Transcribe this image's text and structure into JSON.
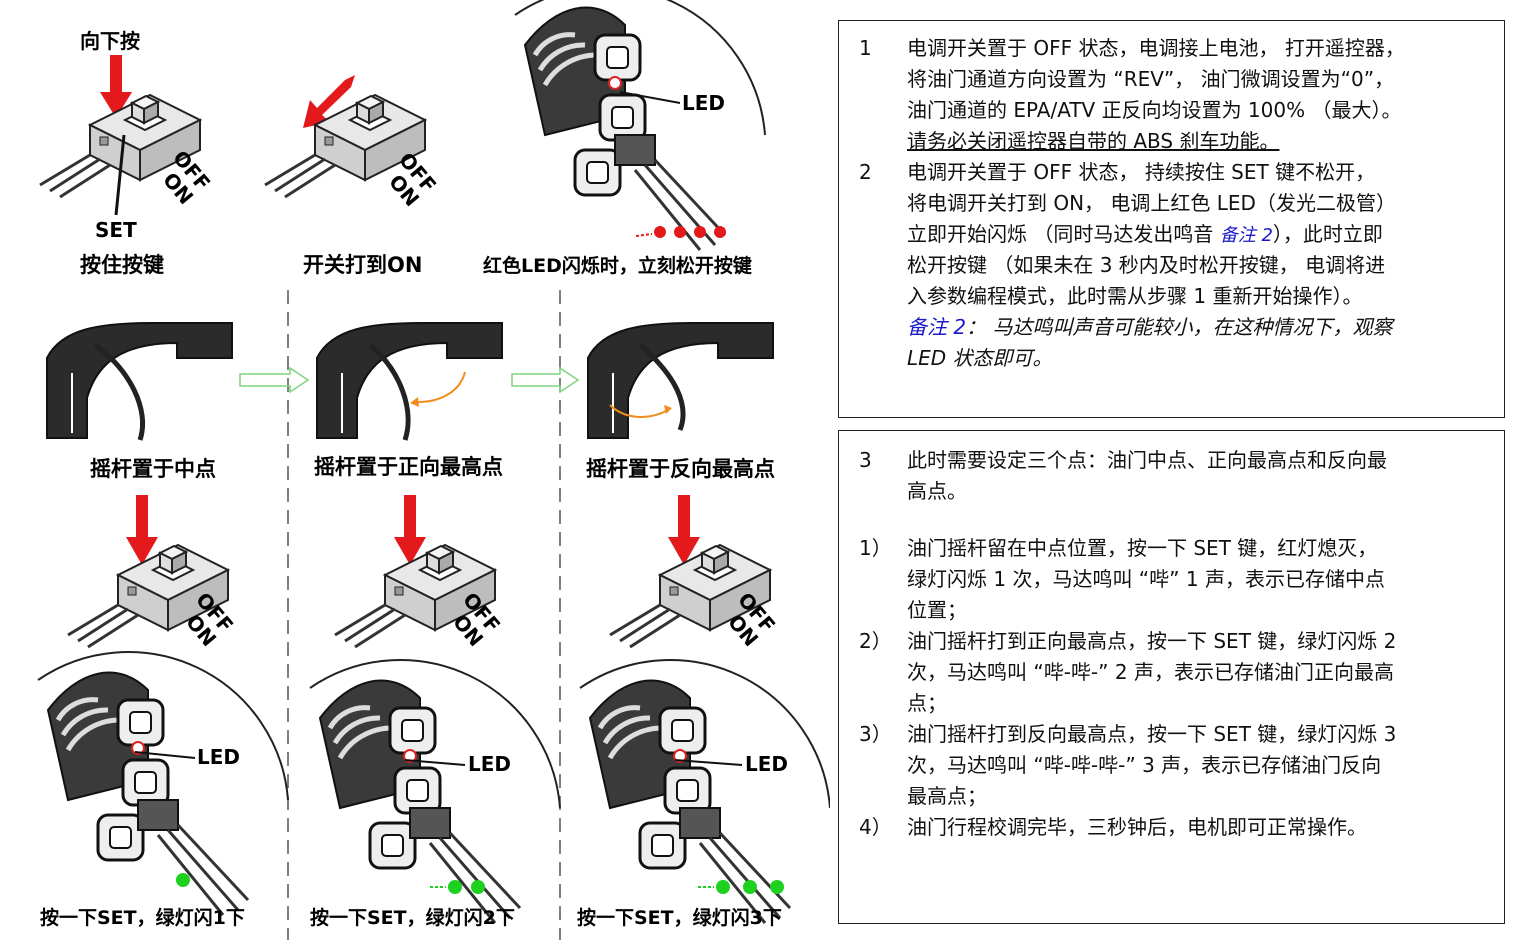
{
  "diagram": {
    "top": {
      "press_down": "向下按",
      "set_label": "SET",
      "off": "OFF",
      "on": "ON",
      "led": "LED",
      "cap1": "按住按键",
      "cap2": "开关打到ON",
      "cap3": "红色LED闪烁时，立刻松开按键"
    },
    "middle": {
      "cap1": "摇杆置于中点",
      "cap2": "摇杆置于正向最高点",
      "cap3": "摇杆置于反向最高点"
    },
    "bottom": {
      "led": "LED",
      "cap1": "按一下SET，绿灯闪1下",
      "cap2": "按一下SET，绿灯闪2下",
      "cap3": "按一下SET，绿灯闪3下"
    },
    "colors": {
      "red": "#e3191c",
      "green": "#1fd11f",
      "arrow_outline": "#7fd37f",
      "orange": "#f08c1e"
    }
  },
  "box1": {
    "s1_num": "1",
    "s1_l1": "电调开关置于 OFF  状态，电调接上电池，  打开遥控器，",
    "s1_l2": "将油门通道方向设置为 “REV”，  油门微调设置为“0”，",
    "s1_l3": "油门通道的 EPA/ATV 正反向均设置为 100%  （最大）。",
    "s1_l4": "请务必关闭遥控器自带的 ABS 刹车功能。",
    "s2_num": "2",
    "s2_l1": "电调开关置于 OFF  状态，  持续按住  SET  键不松开，",
    "s2_l2": "将电调开关打到 ON，  电调上红色 LED（发光二极管）",
    "s2_l3a": "立即开始闪烁  （同时马达发出鸣音  ",
    "s2_l3note": "备注 2",
    "s2_l3b": "），此时立即",
    "s2_l4": "松开按键  （如果未在 3 秒内及时松开按键，  电调将进",
    "s2_l5": "入参数编程模式，此时需从步骤 1 重新开始操作）。",
    "n_l1a": "备注 2",
    "n_l1b": "：  马达鸣叫声音可能较小，在这种情况下，观察",
    "n_l2": "LED 状态即可。"
  },
  "box2": {
    "s3_num": "3",
    "s3_l1": "此时需要设定三个点：油门中点、正向最高点和反向最",
    "s3_l2": "高点。",
    "a_num": "1）",
    "a_l1": "油门摇杆留在中点位置，按一下  SET  键，红灯熄灭，",
    "a_l2": "绿灯闪烁 1 次，马达鸣叫 “哔” 1 声，表示已存储中点",
    "a_l3": "位置；",
    "b_num": "2）",
    "b_l1": "油门摇杆打到正向最高点，按一下 SET 键，绿灯闪烁 2",
    "b_l2": "次，马达鸣叫 “哔-哔-” 2 声，表示已存储油门正向最高",
    "b_l3": "点；",
    "c_num": "3）",
    "c_l1": "油门摇杆打到反向最高点，按一下 SET 键，绿灯闪烁 3",
    "c_l2": "次，马达鸣叫 “哔-哔-哔-” 3  声，表示已存储油门反向",
    "c_l3": "最高点；",
    "d_num": "4）",
    "d_l1": "油门行程校调完毕，三秒钟后，电机即可正常操作。"
  }
}
